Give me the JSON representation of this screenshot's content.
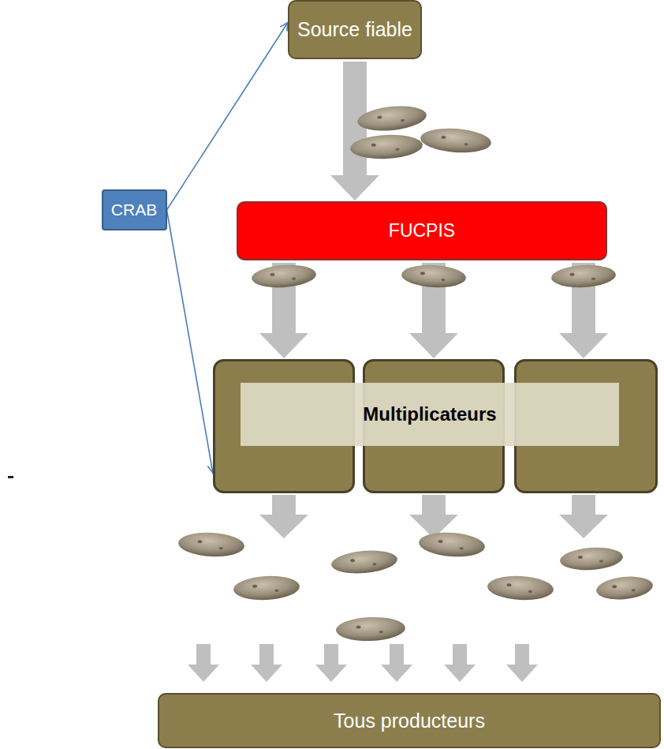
{
  "diagram": {
    "nodes": [
      {
        "text": [
          "Source fiable"
        ]
      },
      {
        "text": [
          "CRAB"
        ]
      },
      {
        "text": [
          "FUCPIS"
        ]
      },
      {
        "text": [
          "Multiplicateurs"
        ]
      },
      {
        "text": [
          "Tous producteurs"
        ]
      }
    ],
    "edges": [
      {
        "from": 1,
        "to": 0,
        "arrow": "to"
      },
      {
        "from": 1,
        "to": 3,
        "arrow": "to"
      },
      {
        "from": 0,
        "to": 2,
        "arrow": "to"
      },
      {
        "from": 2,
        "to": 3,
        "arrow": "to"
      },
      {
        "from": 3,
        "to": 4,
        "arrow": "to"
      }
    ]
  }
}
